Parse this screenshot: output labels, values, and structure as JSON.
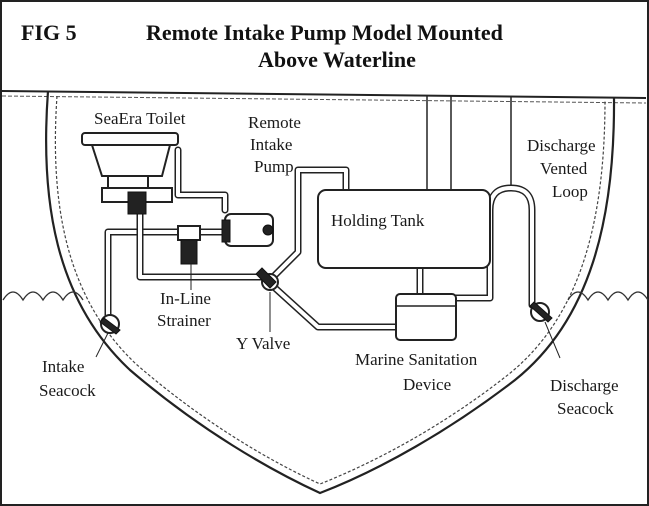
{
  "figure": {
    "number": "FIG 5",
    "title_line1": "Remote Intake Pump Model Mounted",
    "title_line2": "Above Waterline"
  },
  "labels": {
    "toilet": "SeaEra Toilet",
    "pump_line1": "Remote",
    "pump_line2": "Intake",
    "pump_line3": "Pump",
    "holding_tank": "Holding Tank",
    "vented_loop_line1": "Discharge",
    "vented_loop_line2": "Vented",
    "vented_loop_line3": "Loop",
    "strainer_line1": "In-Line",
    "strainer_line2": "Strainer",
    "intake_seacock_line1": "Intake",
    "intake_seacock_line2": "Seacock",
    "y_valve": "Y Valve",
    "msd_line1": "Marine Sanitation",
    "msd_line2": "Device",
    "discharge_seacock_line1": "Discharge",
    "discharge_seacock_line2": "Seacock"
  },
  "colors": {
    "line": "#222222",
    "background": "#ffffff"
  }
}
